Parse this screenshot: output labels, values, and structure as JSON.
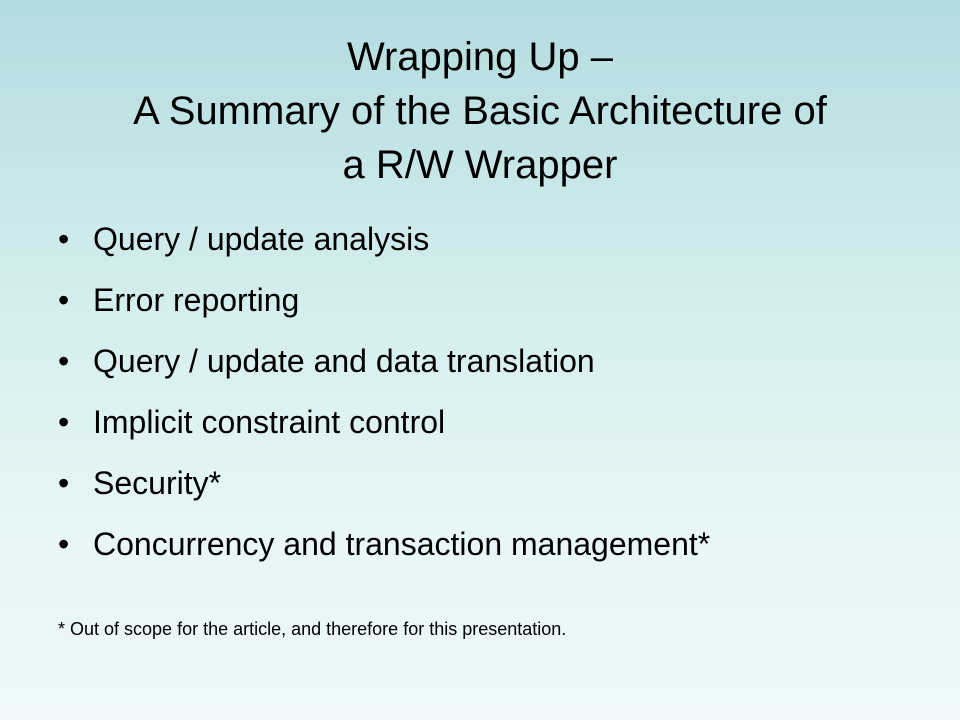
{
  "title": {
    "line1": "Wrapping Up –",
    "line2": "A Summary of the Basic Architecture of",
    "line3": "a R/W Wrapper"
  },
  "bullet_marker": "•",
  "bullets": [
    "Query / update analysis",
    "Error reporting",
    "Query / update and data translation",
    "Implicit constraint control",
    "Security*",
    "Concurrency and transaction management*"
  ],
  "footnote": "* Out of scope for the article, and therefore for this presentation."
}
